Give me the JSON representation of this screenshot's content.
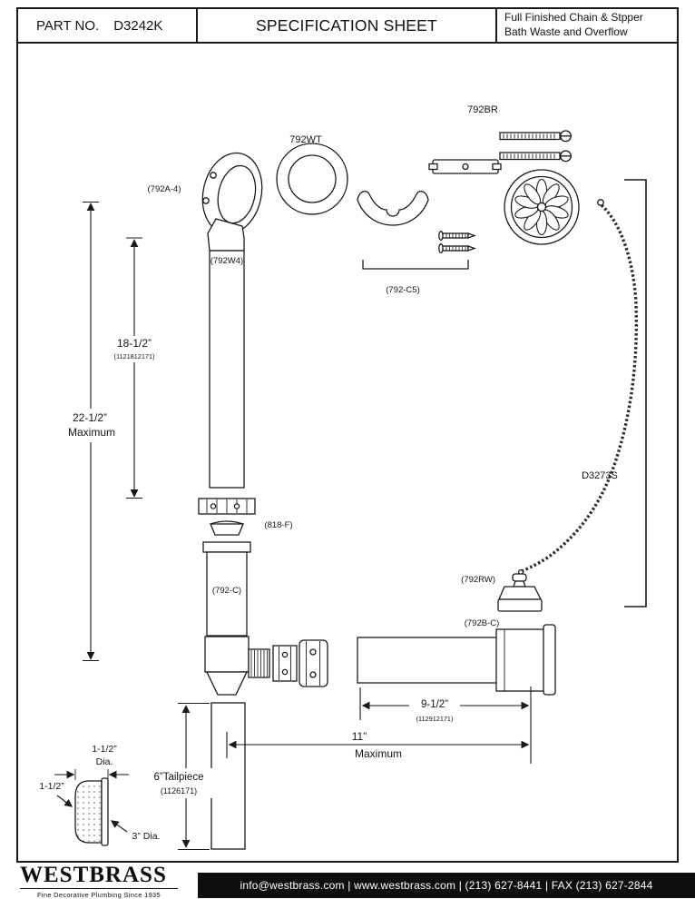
{
  "header": {
    "part_no_label": "PART NO.",
    "part_no_value": "D3242K",
    "title": "SPECIFICATION SHEET",
    "subtitle_line1": "Full Finished Chain & Stpper",
    "subtitle_line2": "Bath Waste and Overflow"
  },
  "diagram": {
    "part_labels": {
      "p792a4": "(792A-4)",
      "p792w4": "(792W4)",
      "p792wt": "792WT",
      "p792br": "792BR",
      "p792c5": "(792-C5)",
      "p818f": "(818-F)",
      "p792c": "(792-C)",
      "p792rw": "(792RW)",
      "p792bc": "(792B-C)",
      "d3273s": "D3273S"
    },
    "dimensions": {
      "d18": "18-1/2”",
      "d18_code": "(1121812171)",
      "d22": "22-1/2”",
      "d22_max": "Maximum",
      "d95": "9-1/2”",
      "d95_code": "(112912171)",
      "d11": "11”",
      "d11_max": "Maximum",
      "tailpiece": "6”Tailpiece",
      "tailpiece_code": "(1126171)",
      "dia15_top": "1-1/2”",
      "dia15_top_sub": "Dia.",
      "dia15_left": "1-1/2”",
      "dia3": "3” Dia."
    }
  },
  "footer": {
    "brand": "WESTBRASS",
    "tagline": "Fine Decorative Plumbing Since 1935",
    "contact": "info@westbrass.com | www.westbrass.com | (213) 627-8441 | FAX (213) 627-2844"
  }
}
